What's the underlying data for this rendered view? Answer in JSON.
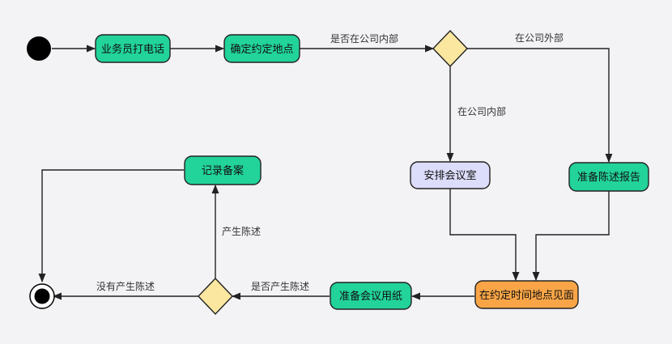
{
  "nodes": {
    "call": "业务员打电话",
    "confirm_location": "确定约定地点",
    "arrange_room": "安排会议室",
    "prepare_report": "准备陈述报告",
    "meet": "在约定时间地点见面",
    "prepare_paper": "准备会议用纸",
    "record": "记录备案"
  },
  "edges": {
    "is_inside": "是否在公司内部",
    "outside": "在公司外部",
    "inside": "在公司内部",
    "has_statement": "是否产生陈述",
    "statement_made": "产生陈述",
    "no_statement": "没有产生陈述"
  },
  "colors": {
    "green": "#22d39a",
    "lavender": "#dcdcfb",
    "orange": "#f9a547",
    "diamond": "#fbe7a0",
    "stroke": "#222222",
    "background": "#f3f3f6"
  }
}
